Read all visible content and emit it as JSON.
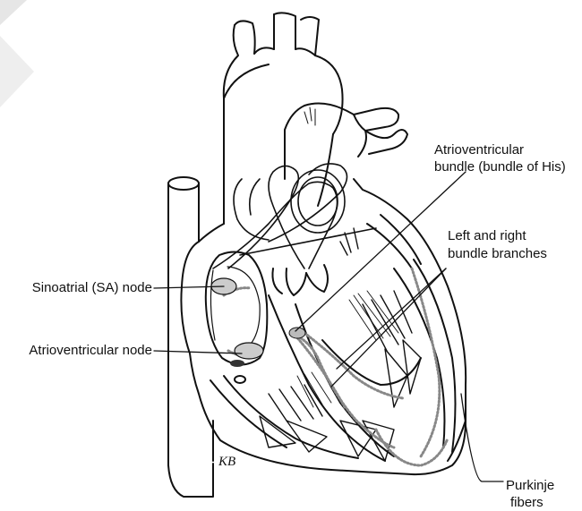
{
  "diagram": {
    "labels": {
      "av_bundle_line1": "Atrioventricular",
      "av_bundle_line2": "bundle (bundle of His)",
      "bundle_branches_line1": "Left and right",
      "bundle_branches_line2": "bundle branches",
      "sa_node": "Sinoatrial (SA) node",
      "av_node": "Atrioventricular node",
      "purkinje_line1": "Purkinje",
      "purkinje_line2": "fibers"
    },
    "artist_mark": "KB"
  },
  "colors": {
    "ink": "#111111",
    "background": "#ffffff",
    "fiber_stipple": "#888888"
  }
}
